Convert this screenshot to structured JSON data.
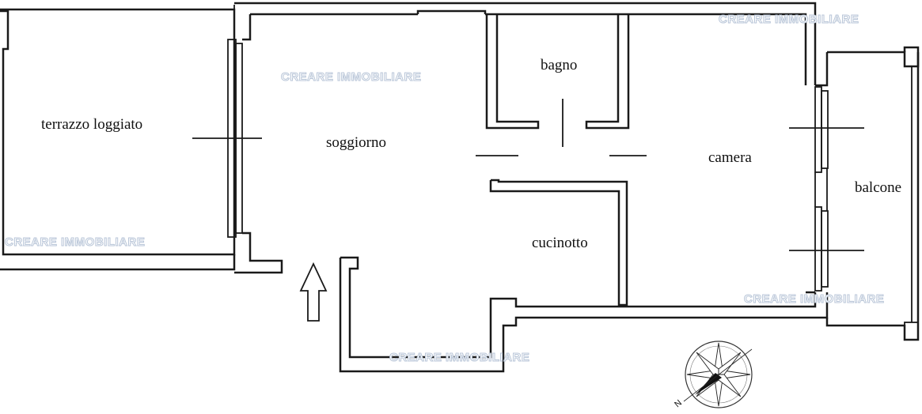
{
  "rooms": {
    "terrazzo": "terrazzo loggiato",
    "soggiorno": "soggiorno",
    "bagno": "bagno",
    "camera": "camera",
    "cucinotto": "cucinotto",
    "balcone": "balcone"
  },
  "watermark": "CREARE IMMOBILIARE",
  "compass_letter": "N",
  "colors": {
    "wall": "#1a1a1a",
    "background": "#ffffff",
    "watermark_outline": "#b9c6d8"
  },
  "icons": {
    "entrance": "arrow-up-icon",
    "compass": "compass-rose-icon"
  }
}
